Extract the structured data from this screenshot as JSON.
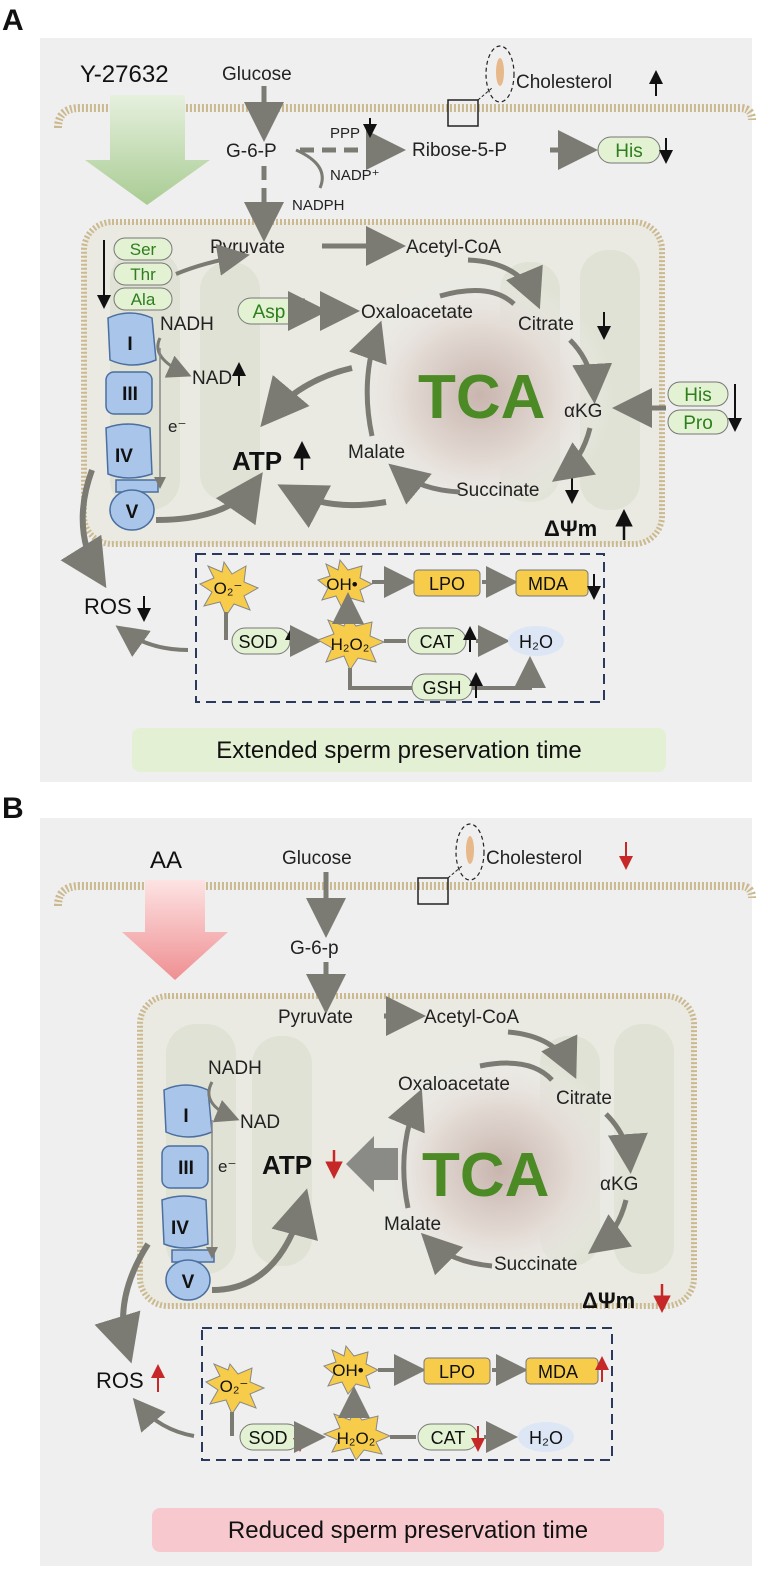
{
  "colors": {
    "panel_bg": "#efefef",
    "arrow_gray": "#7b7b74",
    "membrane": "#cbb98f",
    "tca_green": "#4c8a26",
    "amino_fill": "#e3f2d2",
    "amino_text": "#2e7d1e",
    "ros_fill": "#f7cc4a",
    "complex_blue": "#a9c6ea",
    "green_arrow": "#bfd8ad",
    "red_arrow": "#f0a2a2",
    "red_mark": "#c62828",
    "caption_a_bg": "#e4f0d4",
    "caption_b_bg": "#f7c8ce",
    "dash_box": "#2a3a5e"
  },
  "panel_a": {
    "letter": "A",
    "treatment": "Y-27632",
    "caption": "Extended sperm preservation time",
    "labels": {
      "glucose": "Glucose",
      "g6p": "G-6-P",
      "ppp": "PPP",
      "ribose": "Ribose-5-P",
      "his_top": "His",
      "nadp": "NADP⁺",
      "nadph": "NADPH",
      "cholesterol": "Cholesterol",
      "pyruvate": "Pyruvate",
      "acetyl": "Acetyl-CoA",
      "ser": "Ser",
      "thr": "Thr",
      "ala": "Ala",
      "asp": "Asp",
      "oxaloacetate": "Oxaloacetate",
      "citrate": "Citrate",
      "tca": "TCA",
      "akg": "αKG",
      "his_right": "His",
      "pro": "Pro",
      "malate": "Malate",
      "succinate": "Succinate",
      "nadh": "NADH",
      "nad": "NAD",
      "e": "e⁻",
      "atp": "ATP",
      "dpsi": "ΔΨm",
      "complex_1": "I",
      "complex_3": "III",
      "complex_4": "IV",
      "complex_5": "V",
      "ros": "ROS",
      "o2": "O₂⁻",
      "oh": "OH•",
      "lpo": "LPO",
      "mda": "MDA",
      "sod": "SOD",
      "h2o2": "H₂O₂",
      "cat": "CAT",
      "h2o": "H₂O",
      "gsh": "GSH"
    }
  },
  "panel_b": {
    "letter": "B",
    "treatment": "AA",
    "caption": "Reduced sperm preservation time",
    "labels": {
      "glucose": "Glucose",
      "cholesterol": "Cholesterol",
      "g6p": "G-6-p",
      "pyruvate": "Pyruvate",
      "acetyl": "Acetyl-CoA",
      "nadh": "NADH",
      "nad": "NAD",
      "oxaloacetate": "Oxaloacetate",
      "citrate": "Citrate",
      "tca": "TCA",
      "akg": "αKG",
      "malate": "Malate",
      "succinate": "Succinate",
      "e": "e⁻",
      "atp": "ATP",
      "dpsi": "ΔΨm",
      "complex_1": "I",
      "complex_3": "III",
      "complex_4": "IV",
      "complex_5": "V",
      "ros": "ROS",
      "o2": "O₂⁻",
      "oh": "OH•",
      "lpo": "LPO",
      "mda": "MDA",
      "sod": "SOD",
      "h2o2": "H₂O₂",
      "cat": "CAT",
      "h2o": "H₂O"
    }
  }
}
